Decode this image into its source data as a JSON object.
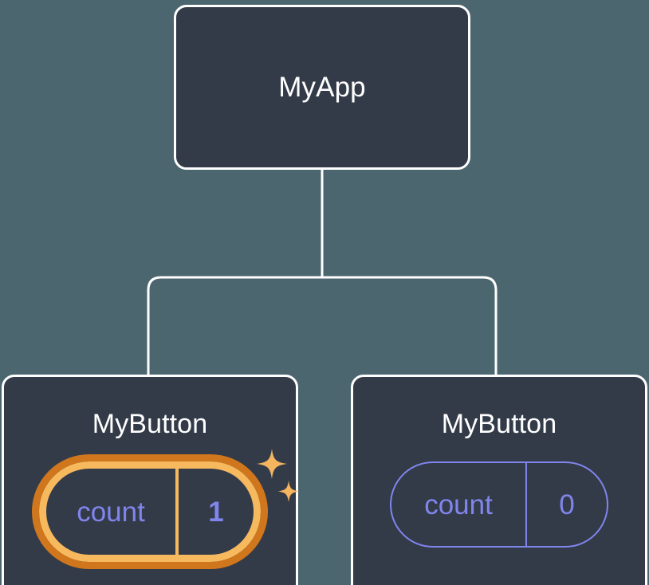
{
  "diagram": {
    "type": "component-tree",
    "title_node": "MyApp",
    "background_color": "#4c6670",
    "node_fill_color": "#333b49",
    "node_border_color": "#ffffff",
    "state_color": "#8085ec",
    "highlight_outer_color": "#d0761c",
    "highlight_inner_color": "#f7b95e",
    "sparkle_color": "#f5b55f"
  },
  "root": {
    "label": "MyApp"
  },
  "children": [
    {
      "label": "MyButton",
      "state": {
        "key": "count",
        "value": "1"
      },
      "highlighted": true,
      "sparkle_large": "sparkle-icon",
      "sparkle_small": "sparkle-icon"
    },
    {
      "label": "MyButton",
      "state": {
        "key": "count",
        "value": "0"
      },
      "highlighted": false
    }
  ]
}
